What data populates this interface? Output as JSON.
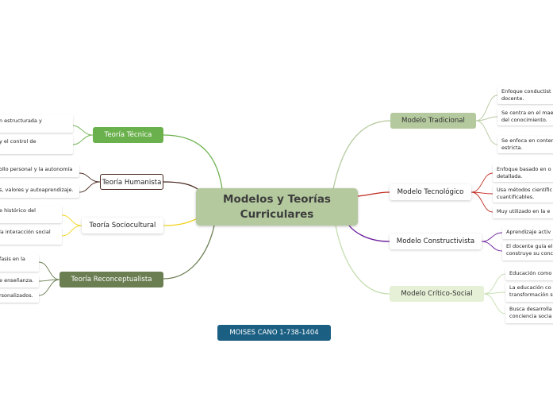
{
  "center": {
    "title_line1": "Modelos y Teorías",
    "title_line2": "Curriculares"
  },
  "left_branches": [
    {
      "label": "Teoría Técnica",
      "color": "#6ab04c",
      "leaves": [
        {
          "line1": "n estructurada y"
        },
        {
          "line1": "y el control de"
        }
      ]
    },
    {
      "label": "Teoría Humanista",
      "color": "#4a2a20",
      "leaves": [
        {
          "line1": "ollo personal y la autonomía"
        },
        {
          "line1": "s, valores y autoaprendizaje."
        }
      ]
    },
    {
      "label": "Teoría Sociocultural",
      "color": "#f1d21a",
      "leaves": [
        {
          "line1": "e histórico del"
        },
        {
          "line1": "la interacción social"
        }
      ]
    },
    {
      "label": "Teoría Reconceptualista",
      "color": "#6b7e52",
      "leaves": [
        {
          "line1": "fasis en la"
        },
        {
          "line1": "e enseñanza."
        },
        {
          "line1": "rsonalizados."
        }
      ]
    }
  ],
  "right_branches": [
    {
      "label": "Modelo Tradicional",
      "color": "#b4c99e",
      "leaves": [
        {
          "line1": "Enfoque conductist",
          "line2": "docente."
        },
        {
          "line1": "Se centra en el mae",
          "line2": "del conocimiento."
        },
        {
          "line1": "Se enfoca en conter",
          "line2": "estricta."
        }
      ]
    },
    {
      "label": "Modelo Tecnológico",
      "color": "#c0281e",
      "leaves": [
        {
          "line1": "Enfoque basado en o",
          "line2": "detallada."
        },
        {
          "line1": "Usa métodos científic",
          "line2": "cuantificables."
        },
        {
          "line1": "Muy utilizado en la e"
        }
      ]
    },
    {
      "label": "Modelo Constructivista",
      "color": "#6a1b9a",
      "leaves": [
        {
          "line1": "Aprendizaje activ"
        },
        {
          "line1": "El docente guía el",
          "line2": "construye su conc"
        }
      ]
    },
    {
      "label": "Modelo Crítico-Social",
      "color": "#c5deb0",
      "leaves": [
        {
          "line1": "Educación como"
        },
        {
          "line1": "La educación co",
          "line2": "transformación s"
        },
        {
          "line1": "Busca desarrolla",
          "line2": "conciencia socia"
        }
      ]
    }
  ],
  "author_badge": "MOISES CANO 1-738-1404"
}
